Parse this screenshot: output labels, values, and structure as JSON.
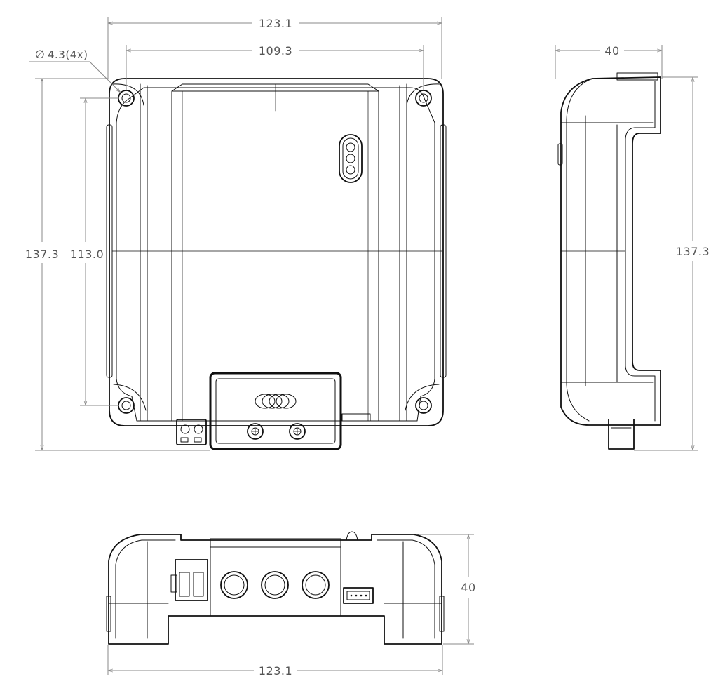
{
  "drawing": {
    "front_view": {
      "dim_overall_width": "123.1",
      "dim_hole_spacing_width": "109.3",
      "dim_hole_diameter": "4.3(4x)",
      "diameter_symbol": "∅",
      "dim_overall_height": "137.3",
      "dim_hole_spacing_height": "113.0"
    },
    "side_view": {
      "dim_depth": "40",
      "dim_height": "137.3"
    },
    "bottom_view": {
      "dim_width": "123.1",
      "dim_depth": "40"
    }
  }
}
